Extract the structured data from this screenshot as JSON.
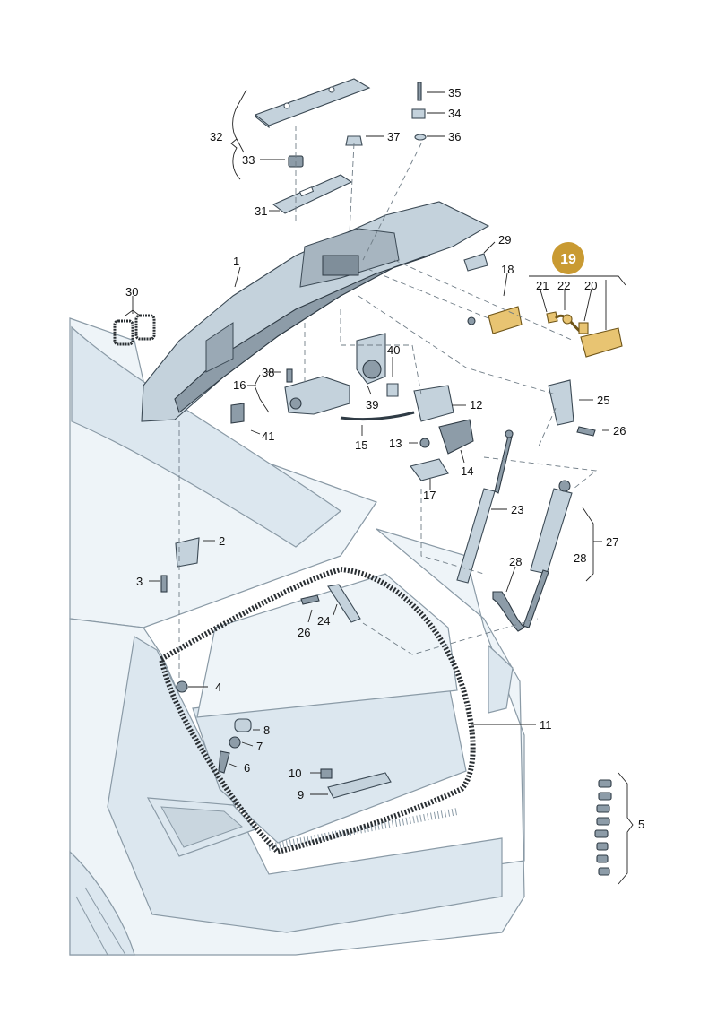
{
  "highlight": {
    "label": "19",
    "color": "#c99a32"
  },
  "callouts": [
    {
      "id": "c1",
      "text": "1"
    },
    {
      "id": "c2",
      "text": "2"
    },
    {
      "id": "c3",
      "text": "3"
    },
    {
      "id": "c4",
      "text": "4"
    },
    {
      "id": "c5",
      "text": "5"
    },
    {
      "id": "c6",
      "text": "6"
    },
    {
      "id": "c7",
      "text": "7"
    },
    {
      "id": "c8",
      "text": "8"
    },
    {
      "id": "c9",
      "text": "9"
    },
    {
      "id": "c10",
      "text": "10"
    },
    {
      "id": "c11",
      "text": "11"
    },
    {
      "id": "c12",
      "text": "12"
    },
    {
      "id": "c13",
      "text": "13"
    },
    {
      "id": "c14",
      "text": "14"
    },
    {
      "id": "c15",
      "text": "15"
    },
    {
      "id": "c16",
      "text": "16"
    },
    {
      "id": "c17",
      "text": "17"
    },
    {
      "id": "c18",
      "text": "18"
    },
    {
      "id": "c20",
      "text": "20"
    },
    {
      "id": "c21",
      "text": "21"
    },
    {
      "id": "c22",
      "text": "22"
    },
    {
      "id": "c23",
      "text": "23"
    },
    {
      "id": "c24",
      "text": "24"
    },
    {
      "id": "c25",
      "text": "25"
    },
    {
      "id": "c26a",
      "text": "26"
    },
    {
      "id": "c26b",
      "text": "26"
    },
    {
      "id": "c27",
      "text": "27"
    },
    {
      "id": "c28a",
      "text": "28"
    },
    {
      "id": "c28b",
      "text": "28"
    },
    {
      "id": "c29",
      "text": "29"
    },
    {
      "id": "c30",
      "text": "30"
    },
    {
      "id": "c31",
      "text": "31"
    },
    {
      "id": "c32",
      "text": "32"
    },
    {
      "id": "c33",
      "text": "33"
    },
    {
      "id": "c34",
      "text": "34"
    },
    {
      "id": "c35",
      "text": "35"
    },
    {
      "id": "c36",
      "text": "36"
    },
    {
      "id": "c37",
      "text": "37"
    },
    {
      "id": "c38",
      "text": "38"
    },
    {
      "id": "c39",
      "text": "39"
    },
    {
      "id": "c40",
      "text": "40"
    },
    {
      "id": "c41",
      "text": "41"
    }
  ]
}
